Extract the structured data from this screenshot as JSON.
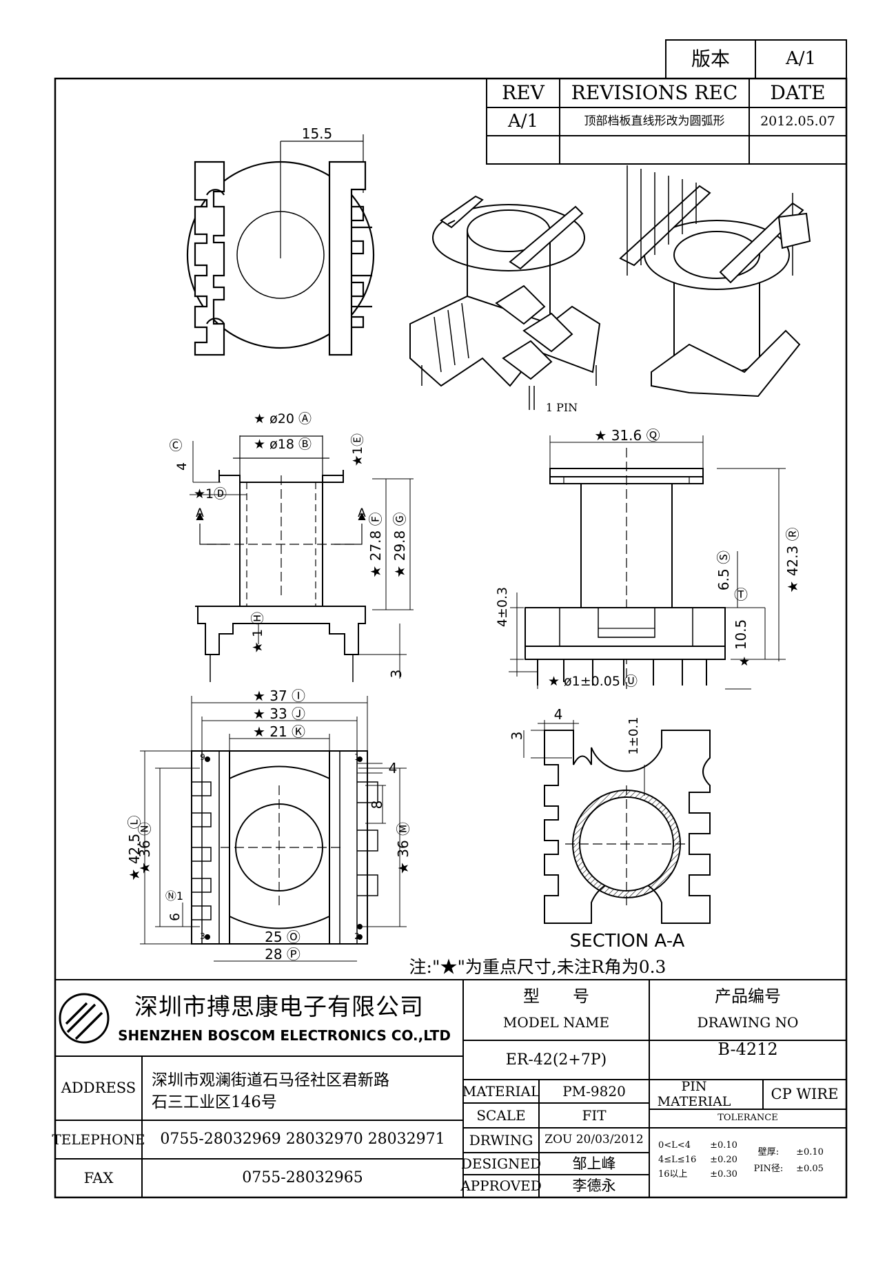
{
  "version_box": {
    "label": "版本",
    "value": "A/1"
  },
  "revisions": {
    "header": {
      "rev": "REV",
      "rec": "REVISIONS REC",
      "date": "DATE"
    },
    "rows": [
      {
        "rev": "A/1",
        "rec": "顶部档板直线形改为圆弧形",
        "date": "2012.05.07"
      }
    ]
  },
  "dims": {
    "top_width": "15.5",
    "d20": "★ ø20 Ⓐ",
    "d18": "★ ø18 Ⓑ",
    "c_label": "Ⓒ",
    "c_val": "4",
    "e_label": "★1Ⓔ",
    "d_label": "★1Ⓓ",
    "a_left": "A",
    "a_right": "A",
    "f_label": "★ 27.8 Ⓕ",
    "g_label": "★ 29.8 Ⓖ",
    "h_label": "★ 1 Ⓗ",
    "h_val_3": "3",
    "q_label": "★ 31.6 Ⓠ",
    "r_label": "★ 42.3 Ⓡ",
    "s_label": "6.5 Ⓢ",
    "t_label": "Ⓣ",
    "t_val": "10.5",
    "star": "★",
    "tol43": "4±0.3",
    "u_label": "★ ø1±0.05 Ⓤ",
    "i_label": "★ 37 Ⓘ",
    "j_label": "★ 33 Ⓙ",
    "k_label": "★ 21 Ⓚ",
    "l_label": "★ 42.5 Ⓛ",
    "n_label": "★ 36 Ⓝ",
    "m_label": "★ 36 Ⓜ",
    "n1_label": "Ⓝ1",
    "n1_val": "6",
    "o_label": "25 Ⓞ",
    "p_label": "28 Ⓟ",
    "w4": "4",
    "w8": "8",
    "sec_3": "3",
    "sec_4": "4",
    "sec_t": "1±0.1",
    "pin1": "1 PIN",
    "pin_nums": [
      "9",
      "1",
      "3",
      "2"
    ]
  },
  "section_label": "SECTION A-A",
  "note": "注:\"★\"为重点尺寸,未注R角为0.3",
  "company": {
    "cn": "深圳市搏思康电子有限公司",
    "en": "SHENZHEN BOSCOM ELECTRONICS CO.,LTD"
  },
  "model": {
    "label_cn": "型　　号",
    "label_en": "MODEL NAME",
    "value": "ER-42(2+7P)"
  },
  "drawing": {
    "label_cn": "产品编号",
    "label_en": "DRAWING NO",
    "value": "B-4212"
  },
  "address": {
    "label": "ADDRESS",
    "line1": "深圳市观澜街道石马径社区君新路",
    "line2": "石三工业区146号"
  },
  "telephone": {
    "label": "TELEPHONE",
    "value": "0755-28032969 28032970 28032971"
  },
  "fax": {
    "label": "FAX",
    "value": "0755-28032965"
  },
  "material": {
    "label": "MATERIAL",
    "value": "PM-9820"
  },
  "scale": {
    "label": "SCALE",
    "value": "FIT"
  },
  "drwing": {
    "label": "DRWING",
    "value": "ZOU 20/03/2012"
  },
  "designed": {
    "label": "DESIGNED",
    "value": "邹上峰"
  },
  "approved": {
    "label": "APPROVED",
    "value": "李德永"
  },
  "pin_material": {
    "label": "PIN MATERIAL",
    "value": "CP WIRE"
  },
  "tolerance": {
    "title": "TOLERANCE",
    "r1a": "0<L<4",
    "r1b": "±0.10",
    "r2a": "4≤L≤16",
    "r2b": "±0.20",
    "r3a": "16以上",
    "r3b": "±0.30",
    "w1a": "壁厚:",
    "w1b": "±0.10",
    "w2a": "PIN径:",
    "w2b": "±0.05"
  }
}
